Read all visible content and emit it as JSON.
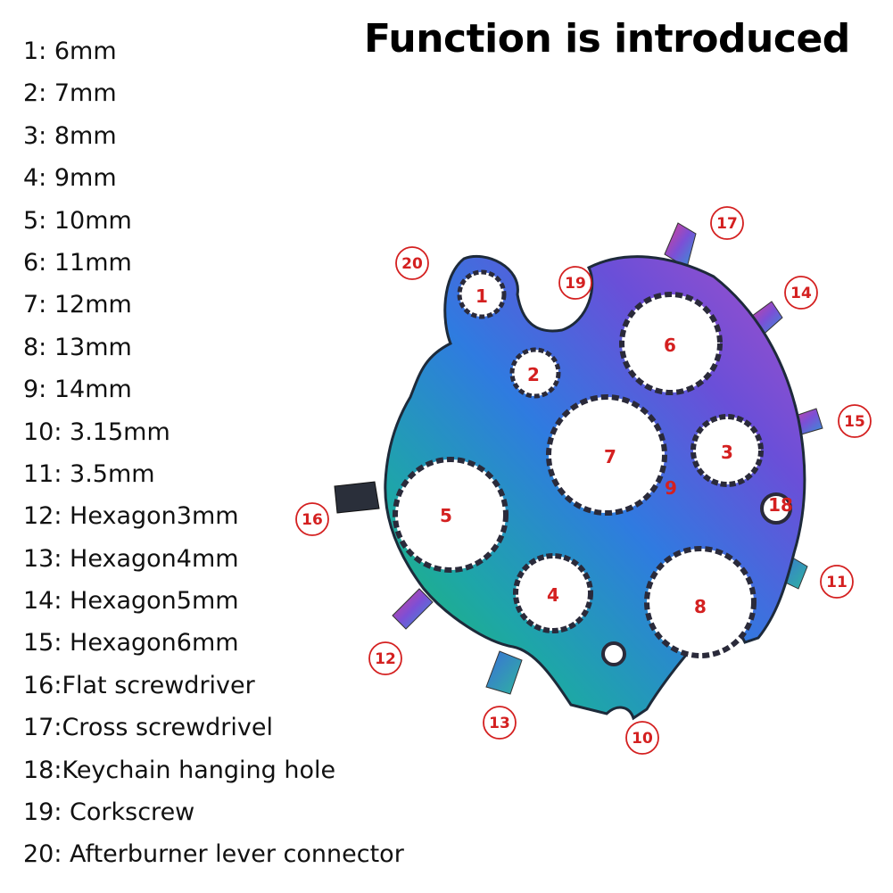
{
  "title": "Function is introduced",
  "specs": [
    "1: 6mm",
    "2: 7mm",
    "3: 8mm",
    "4: 9mm",
    "5: 10mm",
    "6: 11mm",
    "7: 12mm",
    "8: 13mm",
    "9: 14mm",
    "10: 3.15mm",
    "11: 3.5mm",
    "12: Hexagon3mm",
    "13: Hexagon4mm",
    "14: Hexagon5mm",
    "15: Hexagon6mm",
    "16:Flat screwdriver",
    "17:Cross screwdrivel",
    "18:Keychain hanging hole",
    "19: Corkscrew",
    "20: Afterburner lever connector"
  ],
  "figure": {
    "holes": [
      "1",
      "2",
      "3",
      "4",
      "5",
      "6",
      "7",
      "8",
      "9",
      "18"
    ],
    "callouts": [
      "20",
      "19",
      "17",
      "14",
      "15",
      "16",
      "11",
      "12",
      "13",
      "10"
    ]
  },
  "colors": {
    "callout": "#d42020",
    "title": "#000000"
  }
}
